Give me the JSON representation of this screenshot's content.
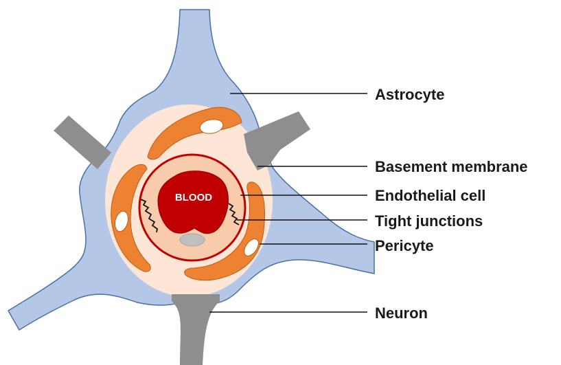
{
  "labels": {
    "astrocyte": "Astrocyte",
    "basement_membrane": "Basement membrane",
    "endothelial_cell": "Endothelial cell",
    "tight_junctions": "Tight junctions",
    "pericyte": "Pericyte",
    "neuron": "Neuron",
    "blood": "BLOOD"
  },
  "colors": {
    "astrocyte_fill": "#b4c7e7",
    "astrocyte_stroke": "#4a6ea8",
    "neuron_fill": "#8e8e8e",
    "basement_fill": "#fde6d6",
    "pericyte_fill": "#ee8233",
    "pericyte_stroke": "#c05a12",
    "endothelial_fill": "#f8cbad",
    "endothelial_ring": "#c00000",
    "blood_fill": "#c00000",
    "blood_stroke": "#8b0000",
    "nucleus_fill": "#bfbfbf"
  }
}
